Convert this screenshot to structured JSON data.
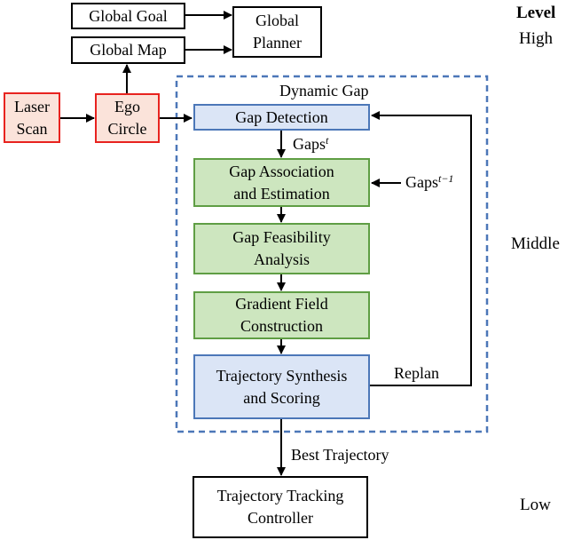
{
  "nodes": {
    "global_goal": {
      "lines": [
        "Global Goal"
      ]
    },
    "global_map": {
      "lines": [
        "Global Map"
      ]
    },
    "global_planner": {
      "lines": [
        "Global",
        "Planner"
      ]
    },
    "laser_scan": {
      "lines": [
        "Laser",
        "Scan"
      ]
    },
    "ego_circle": {
      "lines": [
        "Ego",
        "Circle"
      ]
    },
    "gap_detection": {
      "lines": [
        "Gap Detection"
      ]
    },
    "gap_association": {
      "lines": [
        "Gap Association",
        "and Estimation"
      ]
    },
    "gap_feasibility": {
      "lines": [
        "Gap Feasibility",
        "Analysis"
      ]
    },
    "gradient_field": {
      "lines": [
        "Gradient Field",
        "Construction"
      ]
    },
    "trajectory_synthesis": {
      "lines": [
        "Trajectory Synthesis",
        "and Scoring"
      ]
    },
    "trajectory_tracking": {
      "lines": [
        "Trajectory Tracking",
        "Controller"
      ]
    }
  },
  "group": {
    "label": "Dynamic Gap"
  },
  "edge_labels": {
    "gaps_t": {
      "base": "Gaps",
      "sup": "t"
    },
    "gaps_t_minus_1": {
      "base": "Gaps",
      "sup": "t−1"
    },
    "replan": "Replan",
    "best_trajectory": "Best Trajectory"
  },
  "levels": {
    "title": "Level",
    "high": "High",
    "middle": "Middle",
    "low": "Low"
  },
  "colors": {
    "input_border": "#e8231f",
    "input_fill": "#fbe3da",
    "blue_border": "#4c77b8",
    "blue_fill": "#dbe5f6",
    "green_border": "#5f9e44",
    "green_fill": "#cde6bf"
  }
}
